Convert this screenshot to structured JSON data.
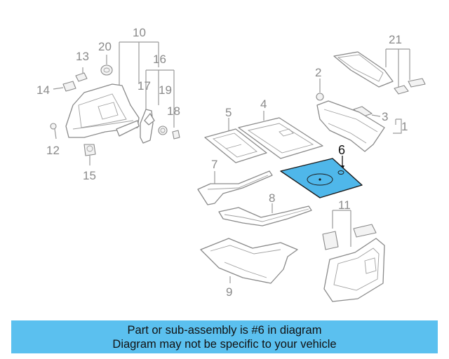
{
  "diagram": {
    "callouts": [
      "1",
      "2",
      "3",
      "4",
      "5",
      "6",
      "7",
      "8",
      "9",
      "10",
      "11",
      "12",
      "13",
      "14",
      "15",
      "16",
      "17",
      "18",
      "19",
      "20",
      "21"
    ],
    "highlight_part": "6",
    "colors": {
      "highlight_fill": "#4fb7ea",
      "line": "#8a8a8a",
      "banner": "#5bc0ef"
    }
  },
  "banner": {
    "line1": "Part or sub-assembly is #6 in diagram",
    "line2": "Diagram may not be specific to your vehicle"
  }
}
